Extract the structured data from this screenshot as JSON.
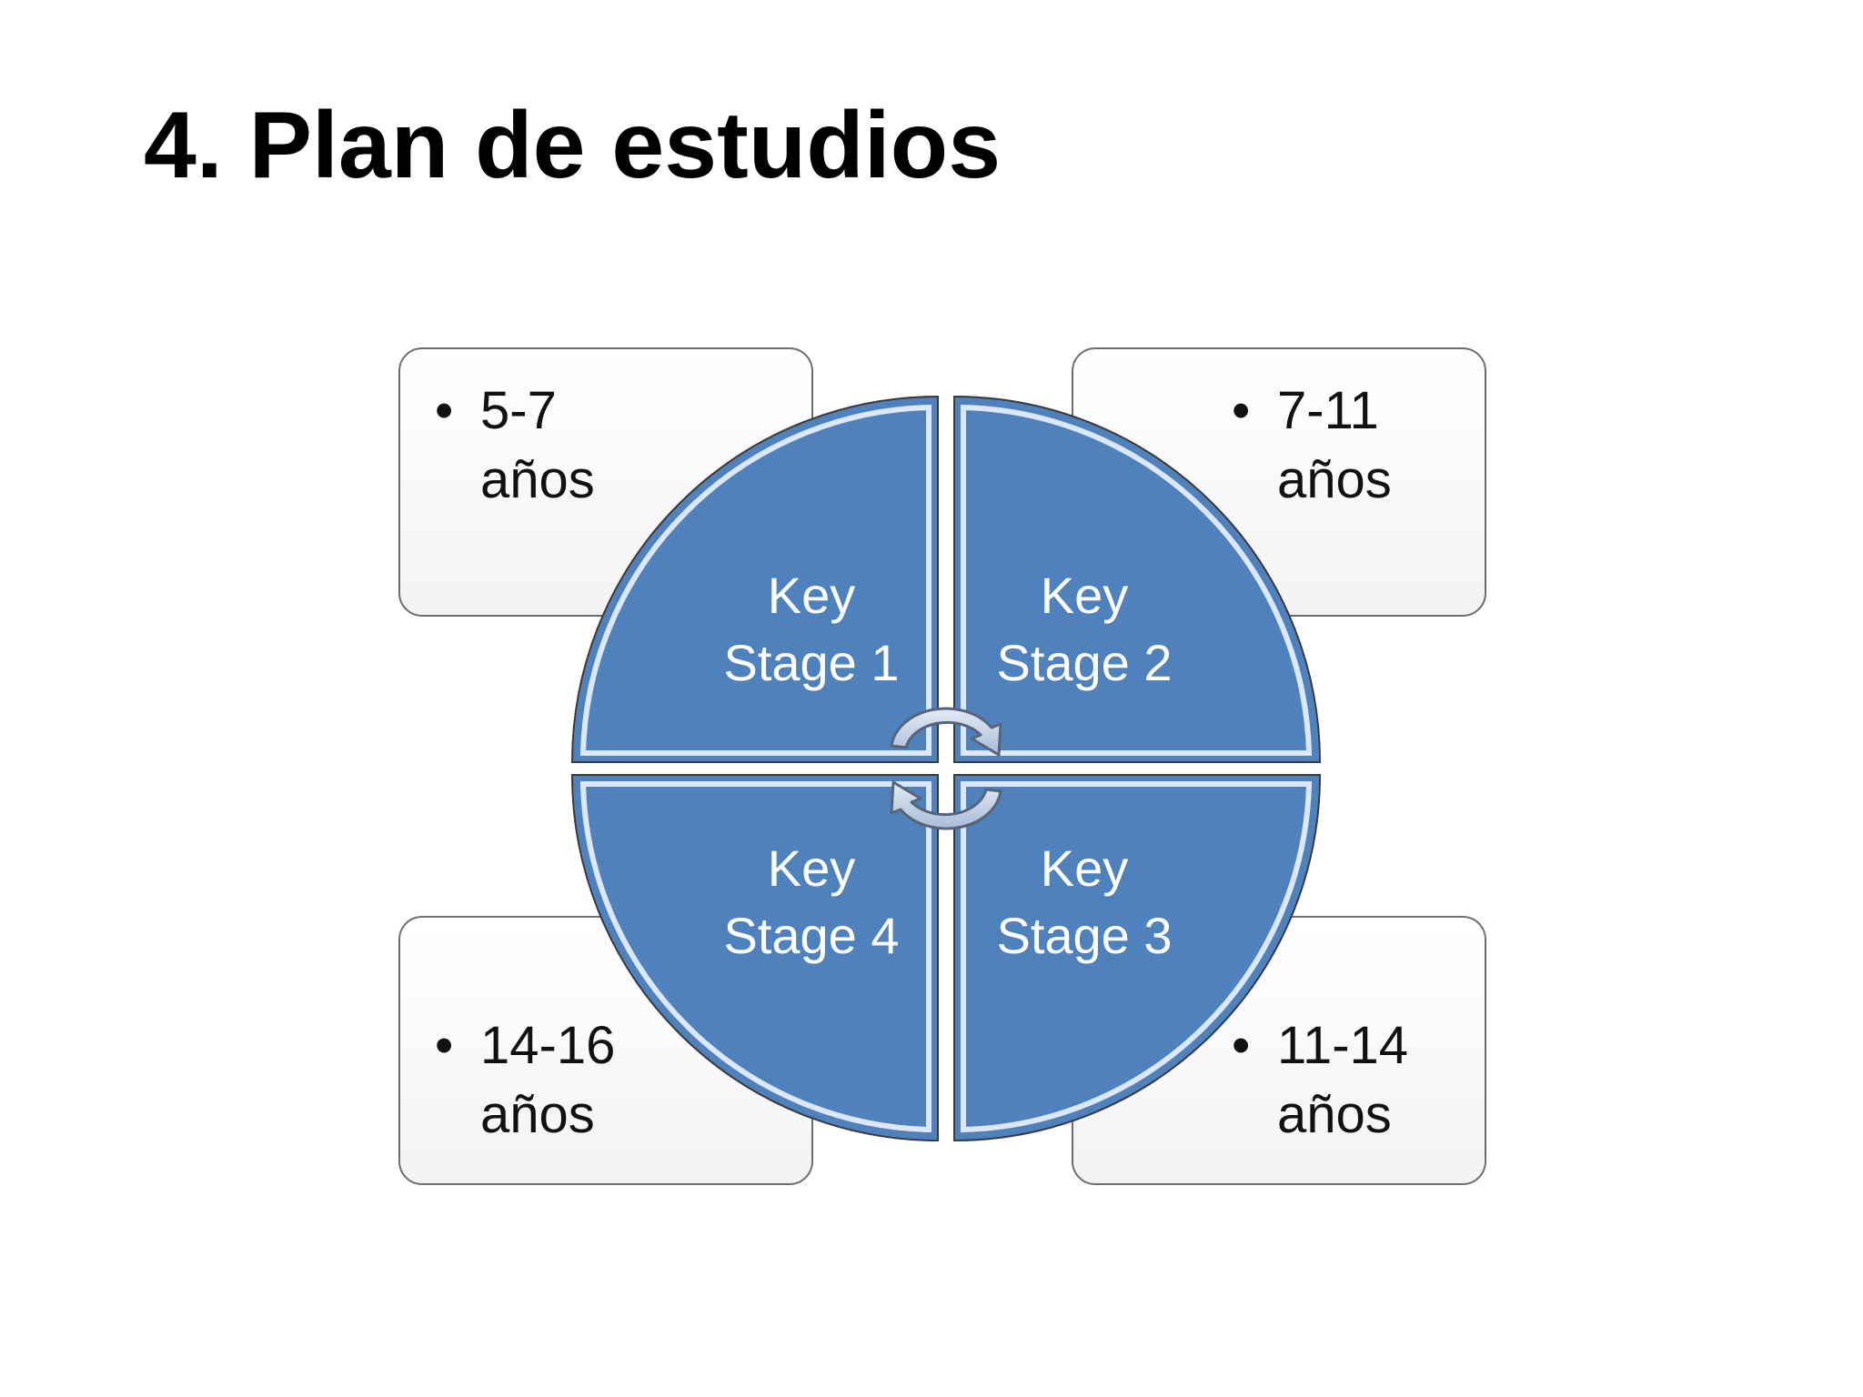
{
  "title": "4. Plan de estudios",
  "colors": {
    "segment_fill": "#4f81bd",
    "segment_highlight": "#dce8f7",
    "box_border": "#6e6e6e",
    "arrow_fill": "#c6d3e6"
  },
  "stages": [
    {
      "line1": "Key",
      "line2": "Stage 1",
      "age_value": "5-7",
      "age_unit": "años"
    },
    {
      "line1": "Key",
      "line2": "Stage 2",
      "age_value": "7-11",
      "age_unit": "años"
    },
    {
      "line1": "Key",
      "line2": "Stage 3",
      "age_value": "11-14",
      "age_unit": "años"
    },
    {
      "line1": "Key",
      "line2": "Stage 4",
      "age_value": "14-16",
      "age_unit": "años"
    }
  ],
  "bullet": "•",
  "icons": {
    "cycle_arrows": [
      "circular-arrow-icon",
      "circular-arrow-icon"
    ]
  }
}
